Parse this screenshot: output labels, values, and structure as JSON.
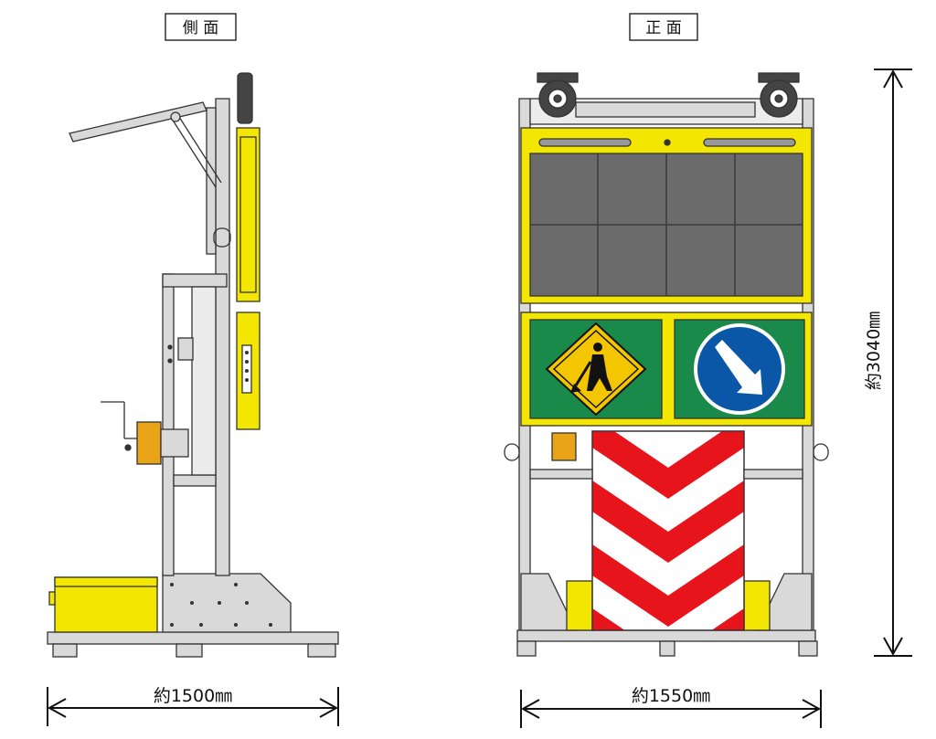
{
  "views": {
    "side": {
      "label": "側 面"
    },
    "front": {
      "label": "正 面"
    }
  },
  "dimensions": {
    "side_width": "約1500㎜",
    "front_width": "約1550㎜",
    "height": "約3040㎜"
  },
  "colors": {
    "frame": "#d9d9d9",
    "outline": "#333333",
    "yellow": "#f3e600",
    "green": "#1a8a4a",
    "blue": "#0a57a8",
    "red": "#e8141b",
    "led_panel": "#6b6b6b"
  },
  "icons": {
    "road_work_sign": "road-work-sign-icon",
    "keep_right_sign": "keep-right-arrow-sign-icon",
    "warning_light": "rotating-warning-light-icon",
    "solar_panel": "solar-panel-icon"
  }
}
